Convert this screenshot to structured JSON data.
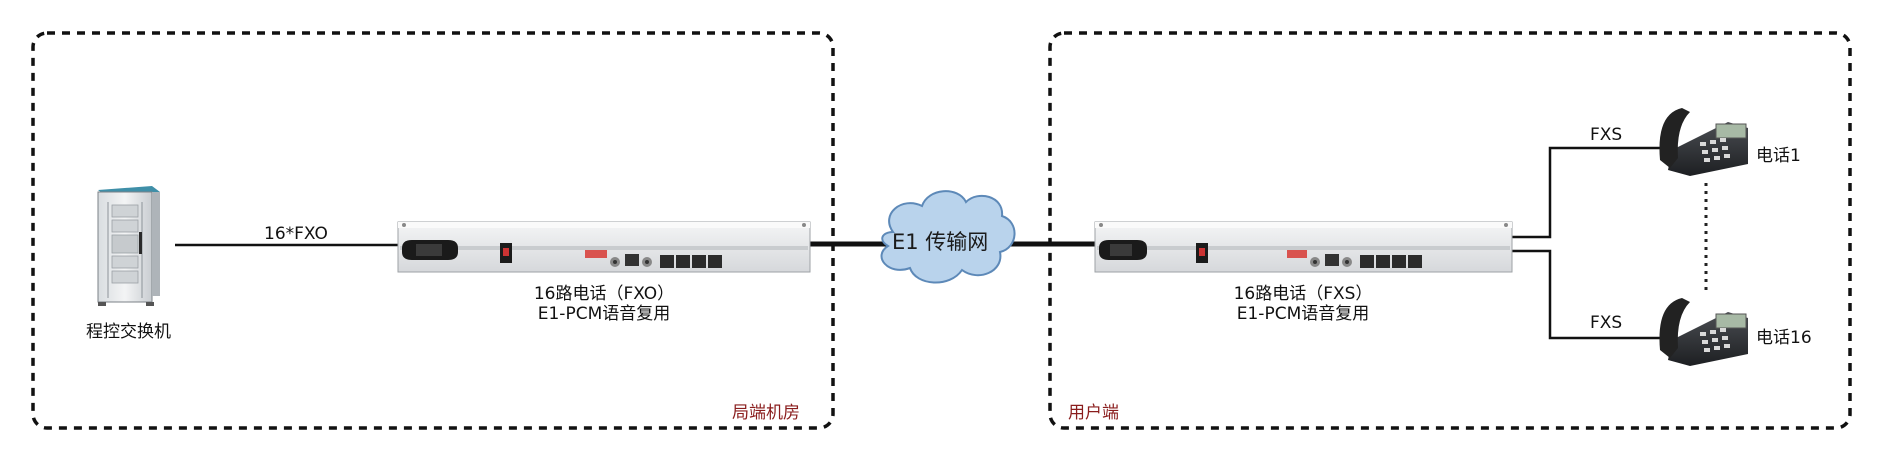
{
  "zones": {
    "central_office": "局端机房",
    "user_side": "用户端"
  },
  "devices": {
    "exchange": "程控交换机",
    "mux_left": {
      "line1": "16路电话（FXO）",
      "line2": "E1-PCM语音复用"
    },
    "mux_right": {
      "line1": "16路电话（FXS）",
      "line2": "E1-PCM语音复用"
    },
    "phone_1": "电话1",
    "phone_16": "电话16"
  },
  "links": {
    "exchange_to_mux": "16*FXO",
    "network": "E1 传输网",
    "fxs_top": "FXS",
    "fxs_bottom": "FXS"
  },
  "colors": {
    "zone_label": "#8a1d1d",
    "cloud_fill": "#b9d3ec",
    "cloud_stroke": "#5d89b8",
    "device_body": "#e9eaec",
    "rack_cap": "#3f8fa8"
  }
}
